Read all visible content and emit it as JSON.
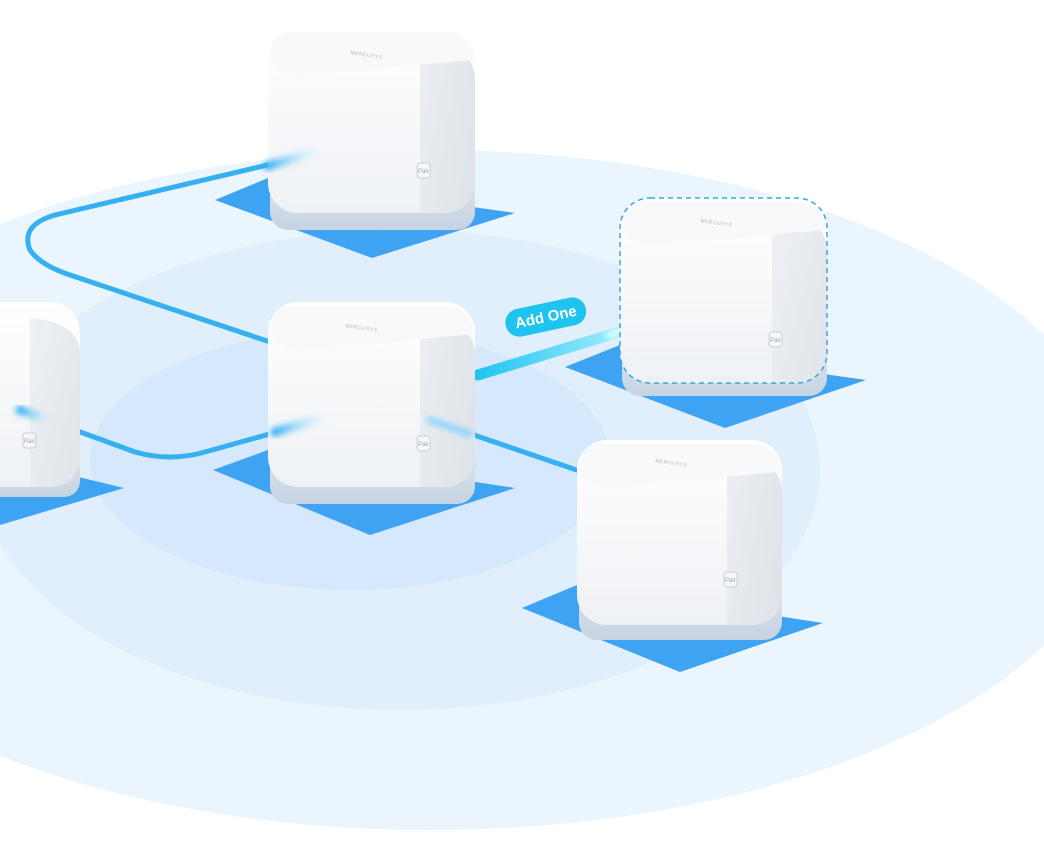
{
  "scene": {
    "badge": {
      "label": "Add One"
    },
    "pair_button_label": "Pair",
    "brand_mark": "MERCUSYS",
    "colors": {
      "coverage_ring": "#e3f1fd",
      "pad": "#3ea3f2",
      "link": "#35b0f0",
      "new_link": "#38d6f5",
      "badge": "#1ec3ef",
      "dashed_outline": "#3aa6de"
    },
    "units": [
      {
        "id": "unit-top",
        "status": "connected"
      },
      {
        "id": "unit-left",
        "status": "connected"
      },
      {
        "id": "unit-center",
        "status": "connected"
      },
      {
        "id": "unit-right-new",
        "status": "to-add"
      },
      {
        "id": "unit-bottom-right",
        "status": "connected"
      }
    ]
  }
}
